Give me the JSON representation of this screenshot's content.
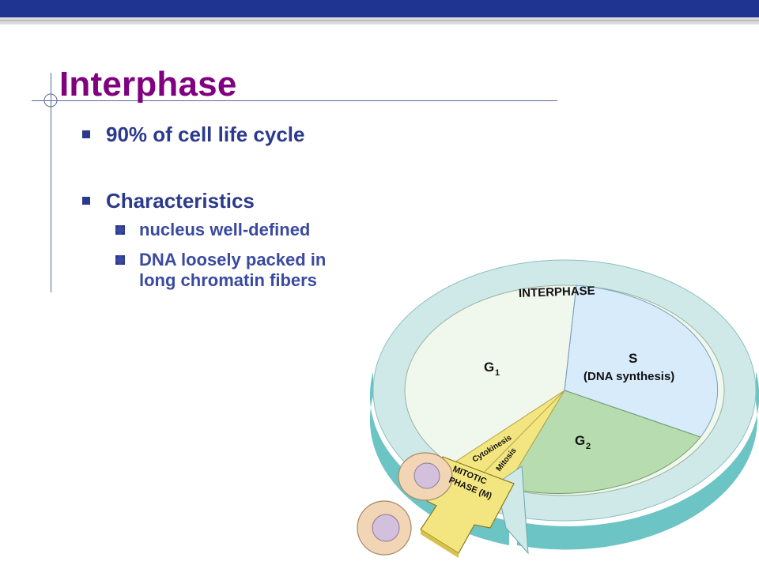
{
  "slide": {
    "title": "Interphase",
    "bullets": [
      {
        "text": "90% of cell life cycle",
        "subs": []
      },
      {
        "text": "Characteristics",
        "subs": [
          {
            "text": "nucleus well-defined"
          },
          {
            "text": "DNA loosely packed in long chromatin fibers"
          }
        ]
      }
    ]
  },
  "diagram": {
    "ring_label": "INTERPHASE",
    "g1_label": "G",
    "g1_sub": "1",
    "s_label": "S",
    "s_sub": "(DNA synthesis)",
    "g2_label": "G",
    "g2_sub": "2",
    "cytokinesis_label": "Cytokinesis",
    "mitosis_label": "Mitosis",
    "mitotic_line1": "MITOTIC",
    "mitotic_line2": "PHASE (M)"
  },
  "colors": {
    "topbar": "#1f3490",
    "title": "#800080",
    "text": "#2b3a8c",
    "ring": "#cfe9e9",
    "ring_side": "#6cc4c4",
    "g1": "#eef6e5",
    "s": "#d7ebfb",
    "g2": "#b6dcb0",
    "mitotic": "#f3e680",
    "cell": "#f1d5b4",
    "nucleus": "#d3c0dc"
  }
}
